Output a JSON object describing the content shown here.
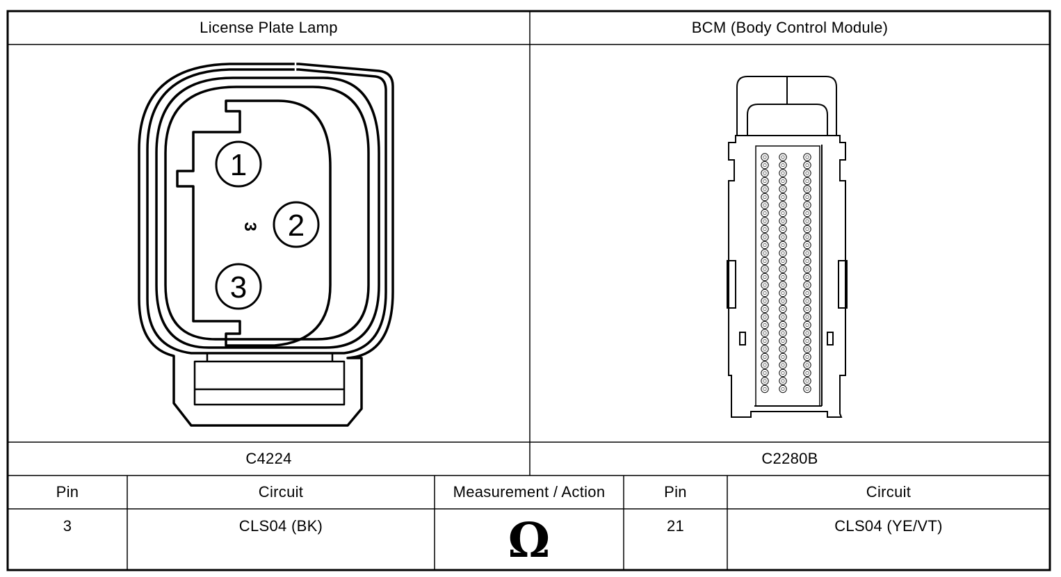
{
  "left_connector": {
    "title": "License Plate Lamp",
    "connector_id": "C4224",
    "pins": [
      "1",
      "2",
      "3"
    ],
    "marker": "3"
  },
  "right_connector": {
    "title": "BCM (Body Control Module)",
    "connector_id": "C2280B"
  },
  "table": {
    "headers": {
      "pin_left": "Pin",
      "circuit_left": "Circuit",
      "measurement": "Measurement / Action",
      "pin_right": "Pin",
      "circuit_right": "Circuit"
    },
    "row": {
      "pin_left": "3",
      "circuit_left": "CLS04 (BK)",
      "measurement_symbol": "Ω",
      "pin_right": "21",
      "circuit_right": "CLS04 (YE/VT)"
    }
  }
}
